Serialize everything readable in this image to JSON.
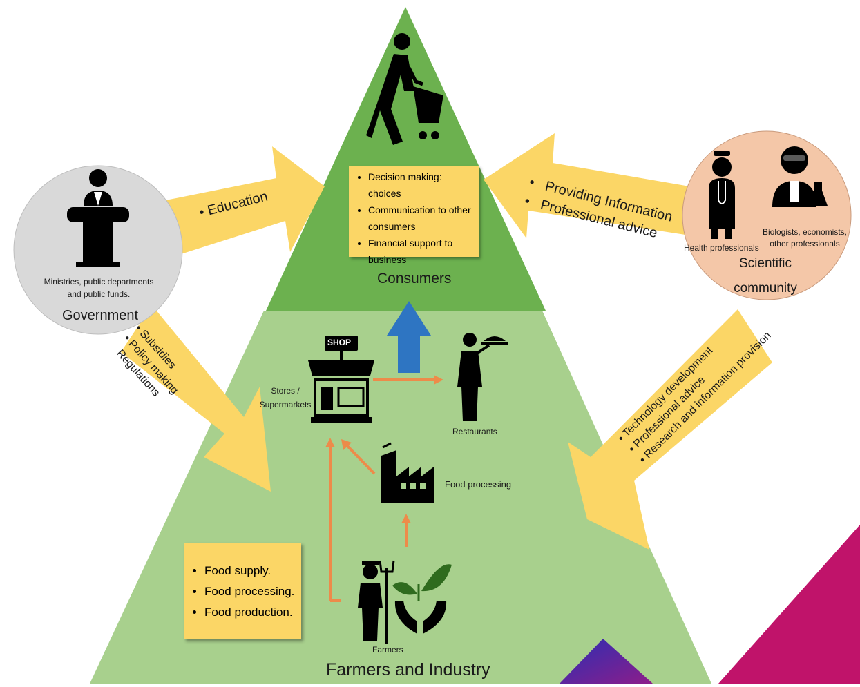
{
  "consumers": {
    "label": "Consumers",
    "bullets": [
      "Decision making: choices",
      "Communication to other consumers",
      "Financial support to business"
    ]
  },
  "government": {
    "subtitle": "Ministries, public departments and public funds.",
    "label": "Government",
    "arrow_to_consumers": [
      "Education"
    ],
    "arrow_to_industry": [
      "Subsidies",
      "Policy making",
      "Regulations"
    ]
  },
  "scientific_community": {
    "label": "Scientific community",
    "health_label": "Health professionals",
    "other_label": "Biologists, economists, other professionals",
    "arrow_to_consumers": [
      "Providing Information",
      "Professional advice"
    ],
    "arrow_to_industry": [
      "Technology development",
      "Professional advice",
      "Research and information provision"
    ]
  },
  "industry": {
    "label": "Farmers and Industry",
    "stores_label": "Stores / Supermarkets",
    "shop_sign": "SHOP",
    "restaurants_label": "Restaurants",
    "processing_label": "Food processing",
    "farmers_label": "Farmers",
    "bullets": [
      "Food supply.",
      "Food processing.",
      "Food production."
    ]
  },
  "colors": {
    "top_triangle": "#6cb14f",
    "base_trapezoid": "#a8d08d",
    "arrow_fill": "#fbd666",
    "government_circle": "#d9d9d9",
    "scientific_circle": "#f4c7a8",
    "flow_arrow": "#ed8b4a",
    "up_arrow": "#2e75c2",
    "corner_magenta": "#c0136a",
    "corner_purple": "#4b2ea8"
  }
}
